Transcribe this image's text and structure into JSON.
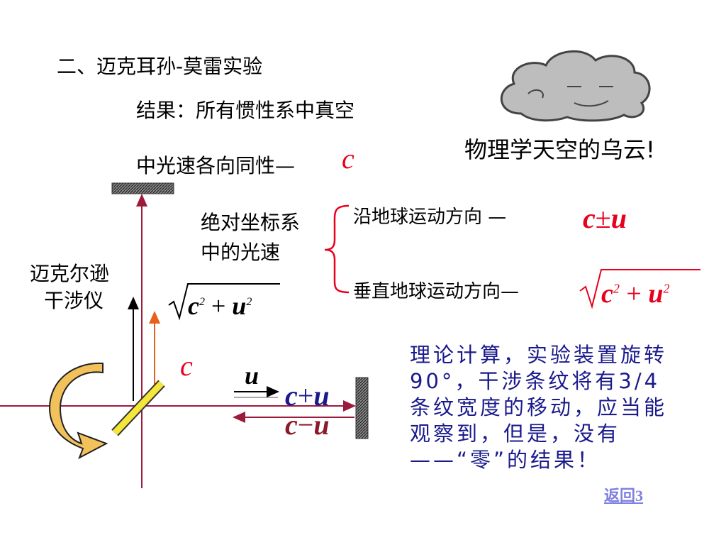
{
  "section_title": "二、迈克耳孙-莫雷实验",
  "result_line1": "结果：所有惯性系中真空",
  "result_line2": "中光速各向同性—",
  "speed_symbol": "c",
  "cloud_caption": "物理学天空的乌云!",
  "absolute_frame": {
    "line1": "绝对坐标系",
    "line2": "中的光速"
  },
  "along_motion": {
    "label": "沿地球运动方向 —",
    "formula_c": "c",
    "formula_op": "±",
    "formula_u": "u"
  },
  "perpendicular_motion": {
    "label": "垂直地球运动方向—",
    "c": "c",
    "u": "u",
    "exp": "2",
    "plus": "+"
  },
  "instrument_label": {
    "line1": "迈克尔逊",
    "line2": "干涉仪"
  },
  "diagram": {
    "sqrt_c": "c",
    "sqrt_u": "u",
    "sqrt_exp": "2",
    "sqrt_plus": "+",
    "c_label": "c",
    "u_label": "u",
    "plus_c": "c",
    "plus_op": "+",
    "plus_u": "u",
    "minus_c": "c",
    "minus_op": "−",
    "minus_u": "u"
  },
  "conclusion": "理论计算，实验装置旋转90°，干涉条纹将有3/4条纹宽度的移动，应当能观察到，但是，没有——“零”的结果！",
  "return_link": "返回3",
  "colors": {
    "accent_red": "#e8001c",
    "text_blue": "#1a1a8c",
    "beam": "#9c1a3c",
    "link": "#7f7fe0"
  }
}
